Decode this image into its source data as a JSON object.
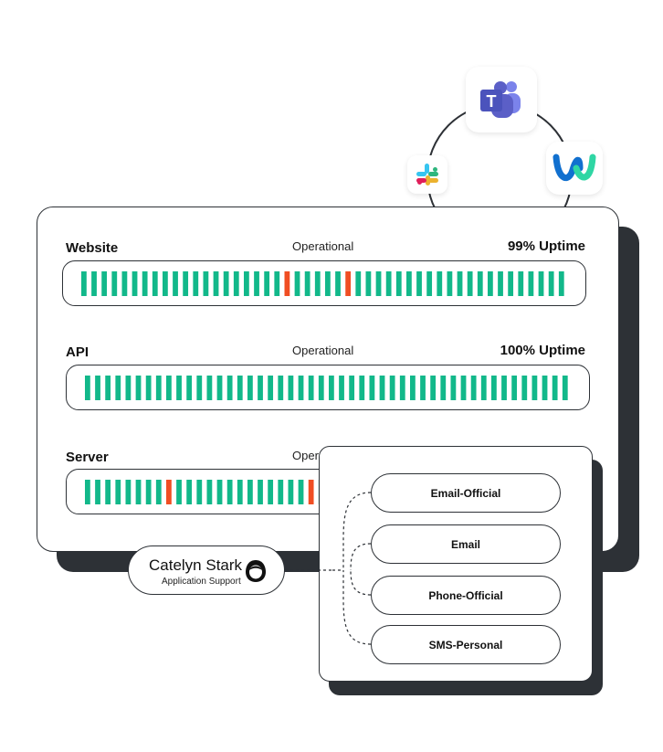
{
  "integrations": {
    "apps": [
      {
        "name": "teams-icon"
      },
      {
        "name": "slack-icon"
      },
      {
        "name": "webex-icon"
      }
    ],
    "teams_letter": "T"
  },
  "colors": {
    "ok": "#12b88a",
    "incident": "#f04e23",
    "dark": "#2d3136",
    "teams": "#5b5fc7",
    "webex_blue": "#1170cf",
    "webex_green": "#2fd6a4"
  },
  "services": [
    {
      "name": "Website",
      "status": "Operational",
      "uptime": "99% Uptime",
      "ticks": 48,
      "incident_ticks": [
        20,
        26
      ]
    },
    {
      "name": "API",
      "status": "Operational",
      "uptime": "100% Uptime",
      "ticks": 48,
      "incident_ticks": []
    },
    {
      "name": "Server",
      "status": "Operational",
      "uptime": "",
      "ticks": 48,
      "incident_ticks": [
        8,
        22
      ]
    }
  ],
  "contact": {
    "name": "Catelyn Stark",
    "role": "Application Support"
  },
  "channels": [
    {
      "label": "Email-Official"
    },
    {
      "label": "Email"
    },
    {
      "label": "Phone-Official"
    },
    {
      "label": "SMS-Personal"
    }
  ]
}
